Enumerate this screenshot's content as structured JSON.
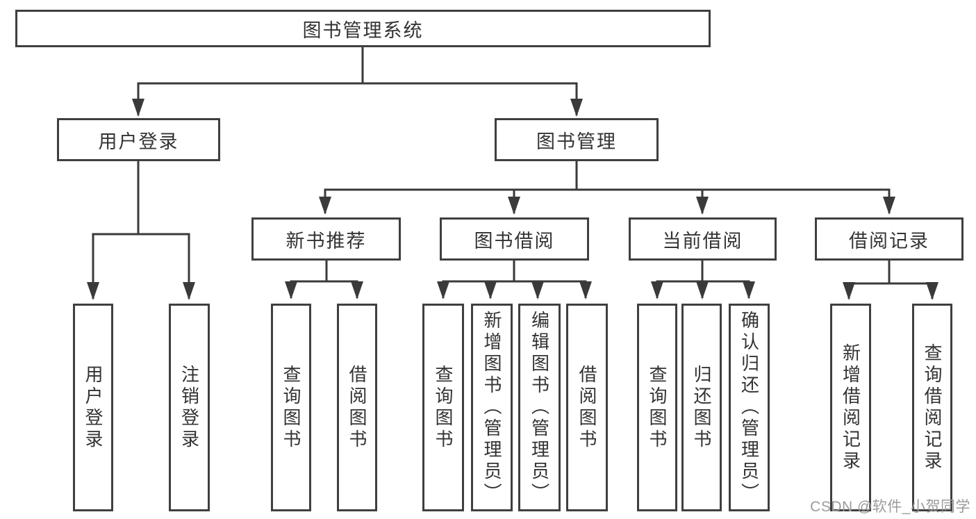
{
  "diagram": {
    "type": "hierarchy-diagram",
    "watermark": "CSDN @软件_小贺同学",
    "colors": {
      "line": "#3a3a3a",
      "box_border": "#3f3f3f",
      "text": "#333333",
      "background": "#ffffff",
      "watermark": "#9b9b9b"
    },
    "root": {
      "label": "图书管理系统"
    },
    "level2": {
      "user_login": {
        "label": "用户登录"
      },
      "book_mgmt": {
        "label": "图书管理"
      }
    },
    "level3": {
      "new_books": {
        "label": "新书推荐"
      },
      "book_borrow": {
        "label": "图书借阅"
      },
      "current_borrow": {
        "label": "当前借阅"
      },
      "borrow_records": {
        "label": "借阅记录"
      }
    },
    "leaves": {
      "user_login_leaf": {
        "label": "用户登录"
      },
      "logout_leaf": {
        "label": "注销登录"
      },
      "nb_query": {
        "label": "查询图书"
      },
      "nb_borrow": {
        "label": "借阅图书"
      },
      "bb_query": {
        "label": "查询图书"
      },
      "bb_add": {
        "label": "新增图书（管理员）"
      },
      "bb_edit": {
        "label": "编辑图书（管理员）"
      },
      "bb_borrow": {
        "label": "借阅图书"
      },
      "cb_query": {
        "label": "查询图书"
      },
      "cb_return": {
        "label": "归还图书"
      },
      "cb_confirm": {
        "label": "确认归还（管理员）"
      },
      "br_add": {
        "label": "新增借阅记录"
      },
      "br_query": {
        "label": "查询借阅记录"
      }
    }
  }
}
